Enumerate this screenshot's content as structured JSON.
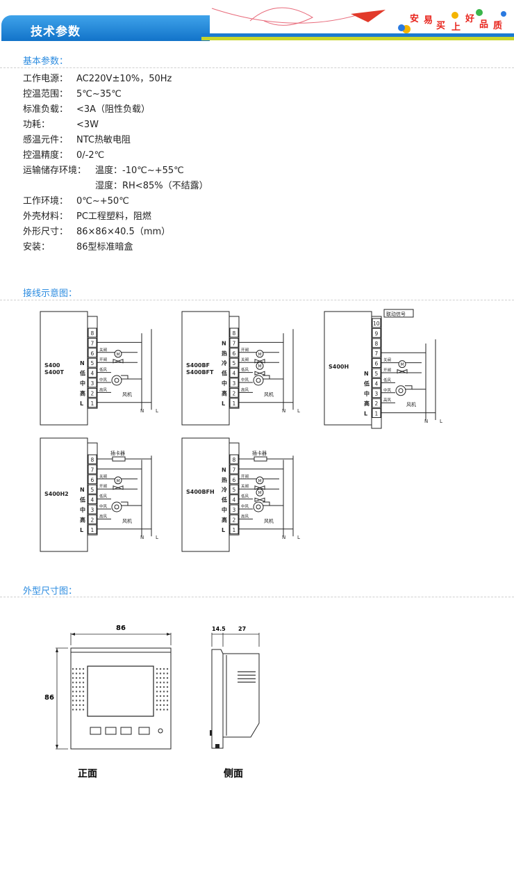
{
  "header": {
    "title": "技术参数",
    "brand_chars": [
      "安",
      "易",
      "买",
      "上",
      "好",
      "品",
      "质"
    ]
  },
  "sections": {
    "basic": "基本参数：",
    "wiring": "接线示意图：",
    "dims": "外型尺寸图："
  },
  "params": [
    {
      "label": "工作电源：",
      "value": "AC220V±10%，50Hz"
    },
    {
      "label": "控温范围：",
      "value": "5℃~35℃"
    },
    {
      "label": "标准负载：",
      "value": "<3A（阻性负载）"
    },
    {
      "label": "功耗：",
      "value": "<3W"
    },
    {
      "label": "感温元件：",
      "value": "NTC热敏电阻"
    },
    {
      "label": "控温精度：",
      "value": "0/-2℃"
    },
    {
      "label": "运输储存环境：",
      "value": "温度：-10℃~+55℃"
    },
    {
      "label": "",
      "value": "湿度：RH<85%（不结露）"
    },
    {
      "label": "工作环境：",
      "value": "0℃~+50℃"
    },
    {
      "label": "外壳材料：",
      "value": "PC工程塑料，阻燃"
    },
    {
      "label": "外形尺寸：",
      "value": "86×86×40.5（mm）"
    },
    {
      "label": "安装：",
      "value": "86型标准暗盒"
    }
  ],
  "wiring": {
    "d1": {
      "model1": "S400",
      "model2": "S400T",
      "terms": [
        "8",
        "7",
        "6",
        "5",
        "4",
        "3",
        "2",
        "1"
      ],
      "side": [
        "N",
        "低",
        "中",
        "高",
        "L"
      ]
    },
    "d2": {
      "model1": "S400BF",
      "model2": "S400BFT",
      "terms": [
        "8",
        "7",
        "6",
        "5",
        "4",
        "3",
        "2",
        "1"
      ],
      "side": [
        "N",
        "热",
        "冷",
        "低",
        "中",
        "高",
        "L"
      ]
    },
    "d3": {
      "model1": "S400H",
      "terms": [
        "10",
        "9",
        "8",
        "7",
        "6",
        "5",
        "4",
        "3",
        "2",
        "1"
      ],
      "side": [
        "N",
        "低",
        "中",
        "高",
        "L"
      ],
      "linkage": "联动信号"
    },
    "d4": {
      "model1": "S400H2",
      "terms": [
        "8",
        "7",
        "6",
        "5",
        "4",
        "3",
        "2",
        "1"
      ],
      "side": [
        "N",
        "低",
        "中",
        "高",
        "L"
      ],
      "card": "插卡器"
    },
    "d5": {
      "model1": "S400BFH",
      "terms": [
        "8",
        "7",
        "6",
        "5",
        "4",
        "3",
        "2",
        "1"
      ],
      "side": [
        "N",
        "热",
        "冷",
        "低",
        "中",
        "高",
        "L"
      ],
      "card": "插卡器"
    },
    "wire_labels": {
      "close": "关阀",
      "open": "开阀",
      "low": "低风",
      "mid": "中风",
      "high": "高风",
      "fan": "风机",
      "motor": "M",
      "n": "N",
      "l": "L"
    }
  },
  "dimensions": {
    "width": "86",
    "height": "86",
    "side_a": "14.5",
    "side_b": "27",
    "front_label": "正面",
    "side_label": "侧面"
  }
}
